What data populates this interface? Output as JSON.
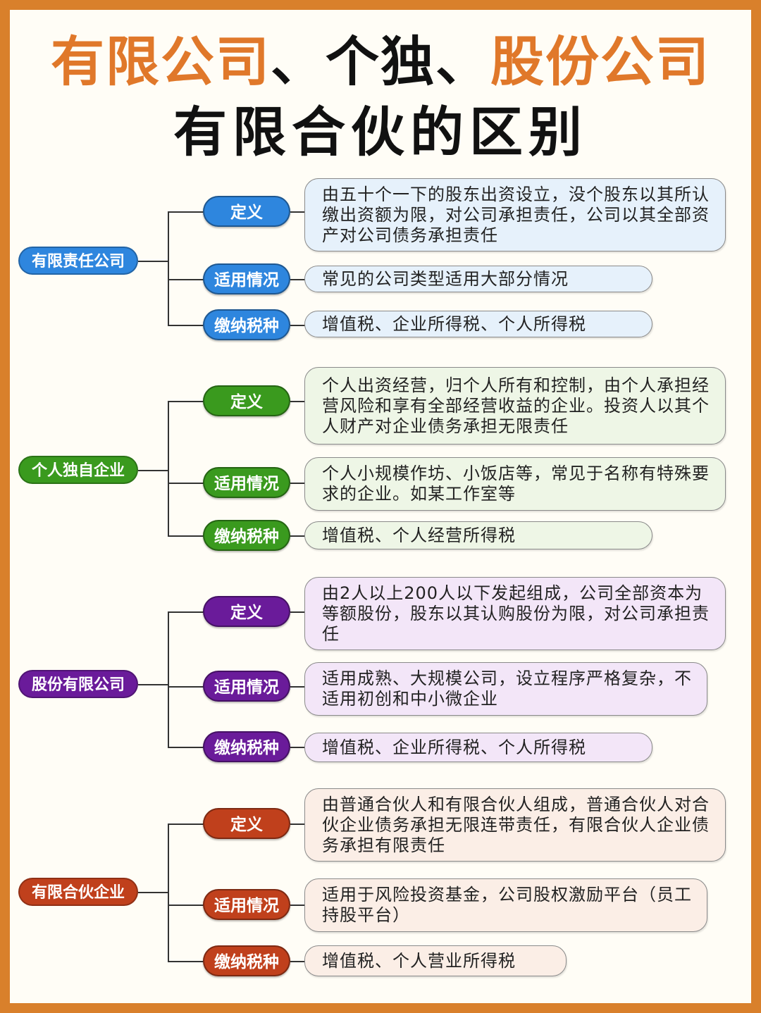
{
  "title": {
    "line1_part1": "有限公司",
    "line1_part2": "、个独、",
    "line1_part3": "股份公司",
    "line2": "有限合伙的区别"
  },
  "colors": {
    "frame": "#d9802b",
    "title_accent": "#e0782a",
    "blue": "#2e86de",
    "green": "#3a9a1e",
    "purple": "#6a1b9a",
    "red": "#c0401c"
  },
  "sections": [
    {
      "name": "有限责任公司",
      "color": "blue",
      "items": [
        {
          "label": "定义",
          "text": "由五十个一下的股东出资设立，没个股东以其所认缴出资额为限，对公司承担责任，公司以其全部资产对公司债务承担责任"
        },
        {
          "label": "适用情况",
          "text": "常见的公司类型适用大部分情况"
        },
        {
          "label": "缴纳税种",
          "text": "增值税、企业所得税、个人所得税"
        }
      ]
    },
    {
      "name": "个人独自企业",
      "color": "green",
      "items": [
        {
          "label": "定义",
          "text": "个人出资经营，归个人所有和控制，由个人承担经营风险和享有全部经营收益的企业。投资人以其个人财产对企业债务承担无限责任"
        },
        {
          "label": "适用情况",
          "text": "个人小规模作坊、小饭店等，常见于名称有特殊要求的企业。如某工作室等"
        },
        {
          "label": "缴纳税种",
          "text": "增值税、个人经营所得税"
        }
      ]
    },
    {
      "name": "股份有限公司",
      "color": "purple",
      "items": [
        {
          "label": "定义",
          "text": "由2人以上200人以下发起组成，公司全部资本为等额股份，股东以其认购股份为限，对公司承担责任"
        },
        {
          "label": "适用情况",
          "text": "适用成熟、大规模公司，设立程序严格复杂，不适用初创和中小微企业"
        },
        {
          "label": "缴纳税种",
          "text": "增值税、企业所得税、个人所得税"
        }
      ]
    },
    {
      "name": "有限合伙企业",
      "color": "red",
      "items": [
        {
          "label": "定义",
          "text": "由普通合伙人和有限合伙人组成，普通合伙人对合伙企业债务承担无限连带责任，有限合伙人企业债务承担有限责任"
        },
        {
          "label": "适用情况",
          "text": "适用于风险投资基金，公司股权激励平台（员工持股平台）"
        },
        {
          "label": "缴纳税种",
          "text": "增值税、个人营业所得税"
        }
      ]
    }
  ]
}
